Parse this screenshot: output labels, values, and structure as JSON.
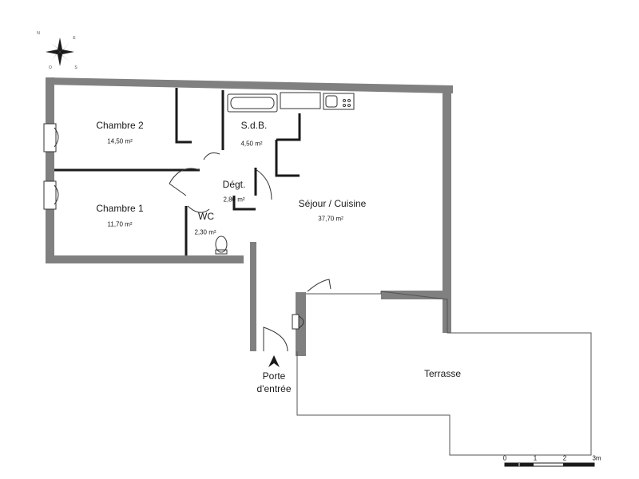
{
  "compass": {
    "n": "N",
    "e": "E",
    "s": "S",
    "o": "O"
  },
  "rooms": {
    "chambre2": {
      "name": "Chambre 2",
      "area": "14,50 m²"
    },
    "sdb": {
      "name": "S.d.B.",
      "area": "4,50 m²"
    },
    "degt": {
      "name": "Dégt.",
      "area": "2,80 m²"
    },
    "chambre1": {
      "name": "Chambre 1",
      "area": "11,70 m²"
    },
    "wc": {
      "name": "WC",
      "area": "2,30 m²"
    },
    "sejour": {
      "name": "Séjour / Cuisine",
      "area": "37,70 m²"
    },
    "terrasse": {
      "name": "Terrasse"
    }
  },
  "entry": {
    "line1": "Porte",
    "line2": "d'entrée"
  },
  "scale": {
    "ticks": [
      "0",
      "1",
      "2",
      "3m"
    ]
  },
  "colors": {
    "wall": "#808080",
    "ink": "#1a1a1a",
    "line": "#333333"
  }
}
